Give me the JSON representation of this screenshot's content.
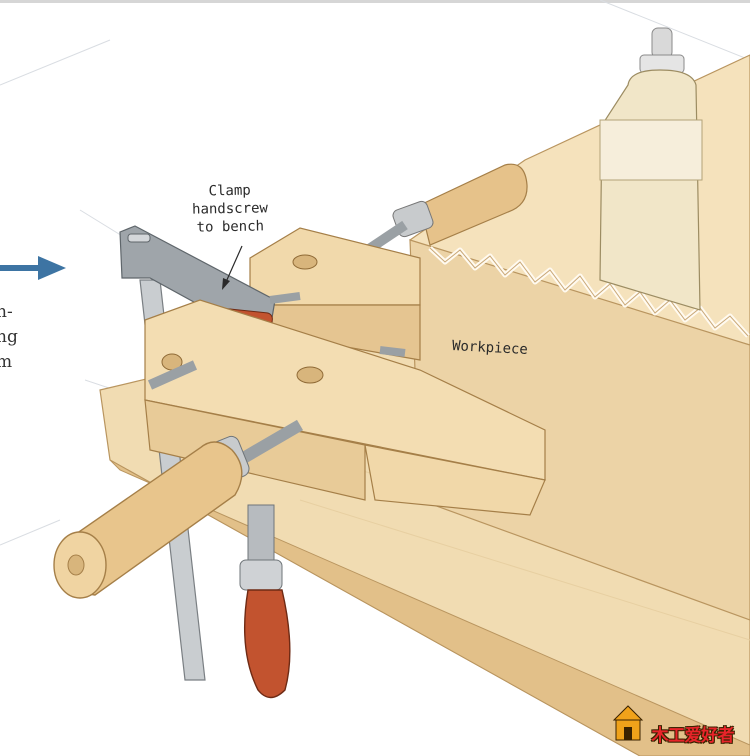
{
  "diagram": {
    "callout": {
      "lines": [
        "Clamp",
        "handscrew",
        "to bench"
      ]
    },
    "workpiece_label": "Workpiece",
    "side_text_fragments": [
      "n-",
      "ng",
      "m"
    ],
    "watermark": {
      "text": "木工爱好者",
      "icon": "woodworker-logo-icon"
    },
    "colors": {
      "wood_light": "#f3dfb8",
      "wood_mid": "#e8cb98",
      "wood_dark": "#d9b57c",
      "steel": "#b9bcbf",
      "arrow": "#3d74a3",
      "handle_red": "#c2532f",
      "glue_bottle": "#f1e6c8"
    }
  }
}
